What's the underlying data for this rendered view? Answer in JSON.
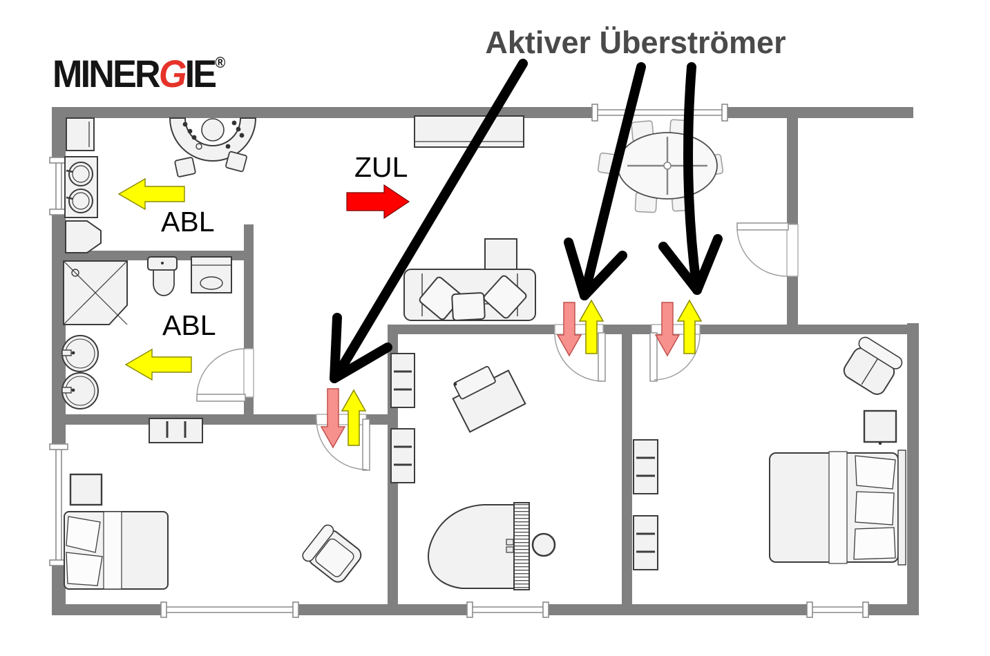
{
  "logo": {
    "pre": "MINER",
    "accent": "G",
    "post": "IE",
    "registered": "®",
    "text_color": "#151515",
    "accent_color": "#e6332a"
  },
  "title": {
    "text": "Aktiver Überströmer",
    "color": "#4a4a4a"
  },
  "labels": {
    "zul": {
      "text": "ZUL"
    },
    "abl_kitchen": {
      "text": "ABL"
    },
    "abl_bath": {
      "text": "ABL"
    }
  },
  "legend": {
    "supply_arrow": {
      "label": "ZUL",
      "color": "#fe0000",
      "direction": "right"
    },
    "extract_arrows": {
      "label": "ABL",
      "color": "#ffff00",
      "direction": "left",
      "count": 2
    },
    "overflow_pairs": {
      "down_color": "#f6918d",
      "up_color": "#ffff00",
      "count": 3
    },
    "annotation_arrows": {
      "color": "#000000",
      "count": 3
    }
  },
  "colors": {
    "background": "#ffffff",
    "wall": "#808080",
    "furniture_fill": "#f2f2f2",
    "furniture_stroke": "#3c3c3c"
  },
  "plan_items": [
    "bar-counter",
    "stool",
    "fridge-cabinet",
    "washer-dryer-stack",
    "corner-cabinet",
    "shower",
    "toilet",
    "washing-machine",
    "wash-basin",
    "sideboard",
    "sofa",
    "floor-lamp-shelf",
    "dining-table",
    "dining-chair",
    "wardrobe",
    "side-table",
    "double-bed",
    "armchair",
    "bookshelf",
    "desk",
    "desk-chair",
    "grand-piano",
    "piano-stool",
    "door-swing",
    "window"
  ]
}
